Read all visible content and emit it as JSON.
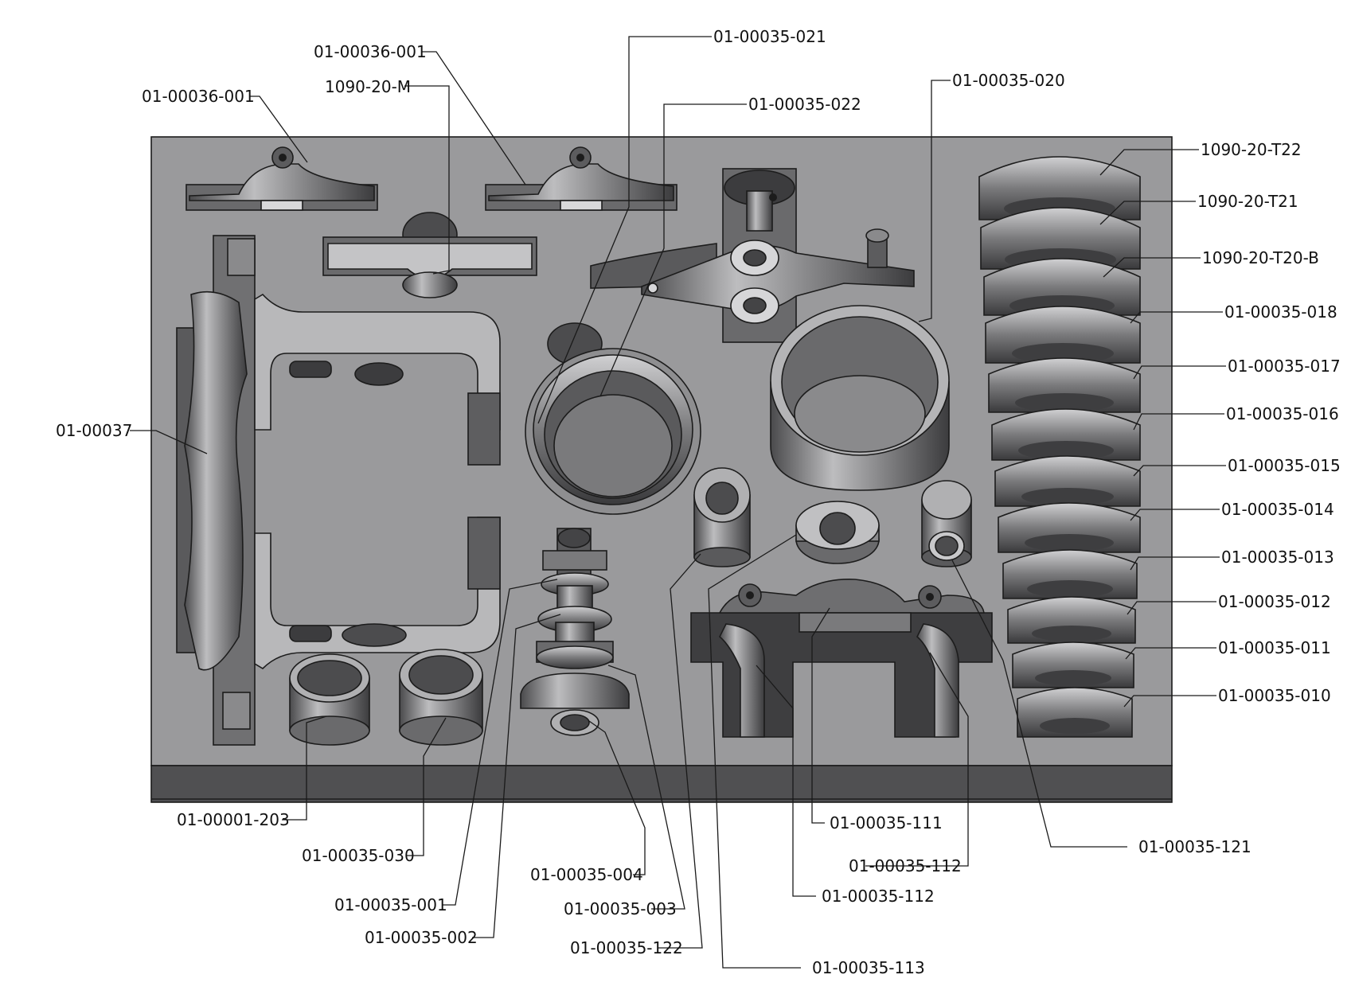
{
  "labels": {
    "l01": "01-00036-001",
    "l02": "01-00036-001",
    "l03": "1090-20-M",
    "l04": "01-00035-021",
    "l05": "01-00035-022",
    "l06": "01-00035-020",
    "l07": "1090-20-T22",
    "l08": "1090-20-T21",
    "l09": "1090-20-T20-B",
    "l10": "01-00035-018",
    "l11": "01-00035-017",
    "l12": "01-00035-016",
    "l13": "01-00035-015",
    "l14": "01-00035-014",
    "l15": "01-00035-013",
    "l16": "01-00035-012",
    "l17": "01-00035-011",
    "l18": "01-00035-010",
    "l19": "01-00037",
    "l20": "01-00001-203",
    "l21": "01-00035-030",
    "l22": "01-00035-001",
    "l23": "01-00035-002",
    "l24": "01-00035-004",
    "l25": "01-00035-003",
    "l26": "01-00035-122",
    "l27": "01-00035-113",
    "l28": "01-00035-111",
    "l29": "01-00035-112",
    "l30": "01-00035-112",
    "l31": "01-00035-121"
  },
  "colors": {
    "tray_top": "#9a9a9c",
    "tray_front": "#505052",
    "part_fill": "#6e6e70",
    "part_light": "#b4b4b6"
  }
}
